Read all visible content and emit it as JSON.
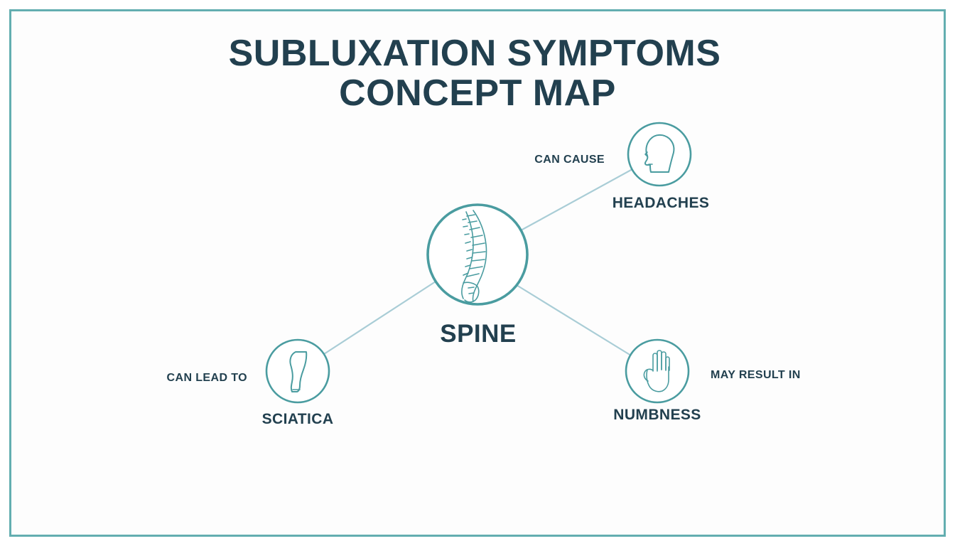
{
  "slide": {
    "title_line_1": "SUBLUXATION SYMPTOMS",
    "title_line_2": "CONCEPT MAP",
    "background_color": "#ffffff",
    "border_color": "#63aeb0",
    "text_color": "#22404f",
    "accent_color": "#4a9ca0",
    "connector_color": "#a9cdd6"
  },
  "chart_data": {
    "type": "diagram",
    "diagram_kind": "concept-map",
    "title": "SUBLUXATION SYMPTOMS CONCEPT MAP",
    "center_node": {
      "id": "spine",
      "label": "SPINE",
      "icon": "spine-icon"
    },
    "nodes": [
      {
        "id": "spine",
        "label": "SPINE",
        "icon": "spine-icon",
        "role": "center"
      },
      {
        "id": "headaches",
        "label": "HEADACHES",
        "icon": "head-icon",
        "role": "symptom"
      },
      {
        "id": "sciatica",
        "label": "SCIATICA",
        "icon": "leg-icon",
        "role": "symptom"
      },
      {
        "id": "numbness",
        "label": "NUMBNESS",
        "icon": "hand-icon",
        "role": "symptom"
      }
    ],
    "edges": [
      {
        "from": "spine",
        "to": "headaches",
        "label": "CAN CAUSE"
      },
      {
        "from": "spine",
        "to": "sciatica",
        "label": "CAN LEAD TO"
      },
      {
        "from": "spine",
        "to": "numbness",
        "label": "MAY RESULT IN"
      }
    ]
  },
  "nodes": {
    "spine": {
      "label": "SPINE"
    },
    "headaches": {
      "label": "HEADACHES"
    },
    "sciatica": {
      "label": "SCIATICA"
    },
    "numbness": {
      "label": "NUMBNESS"
    }
  },
  "edges": {
    "to_headaches": {
      "label": "CAN CAUSE"
    },
    "to_sciatica": {
      "label": "CAN LEAD TO"
    },
    "to_numbness": {
      "label": "MAY RESULT IN"
    }
  }
}
